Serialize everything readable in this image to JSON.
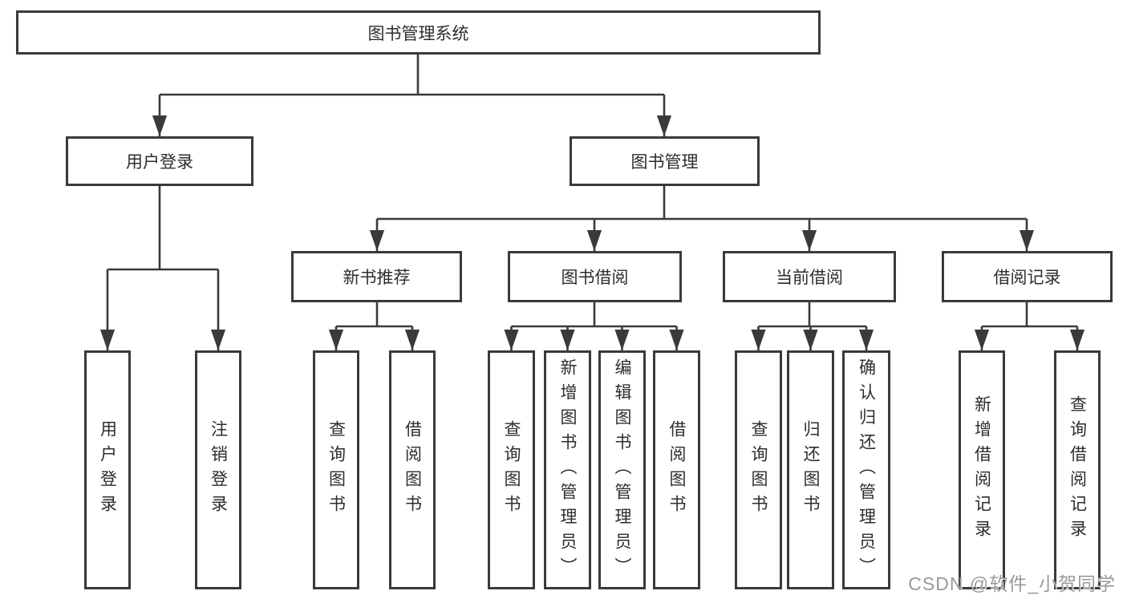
{
  "colors": {
    "line": "#3a3a3a",
    "box_border": "#3a3a3a",
    "box_fill": "#ffffff",
    "text": "#2d2d2d",
    "watermark": "#9a9a9a",
    "background": "#ffffff"
  },
  "tree": {
    "root": {
      "label": "图书管理系统"
    },
    "branches": [
      {
        "label": "用户登录",
        "children": [
          {
            "label": "用户登录"
          },
          {
            "label": "注销登录"
          }
        ]
      },
      {
        "label": "图书管理",
        "children": [
          {
            "label": "新书推荐",
            "children": [
              {
                "label": "查询图书"
              },
              {
                "label": "借阅图书"
              }
            ]
          },
          {
            "label": "图书借阅",
            "children": [
              {
                "label": "查询图书"
              },
              {
                "label": "新增图书（管理员）"
              },
              {
                "label": "编辑图书（管理员）"
              },
              {
                "label": "借阅图书"
              }
            ]
          },
          {
            "label": "当前借阅",
            "children": [
              {
                "label": "查询图书"
              },
              {
                "label": "归还图书"
              },
              {
                "label": "确认归还（管理员）"
              }
            ]
          },
          {
            "label": "借阅记录",
            "children": [
              {
                "label": "新增借阅记录"
              },
              {
                "label": "查询借阅记录"
              }
            ]
          }
        ]
      }
    ]
  },
  "watermark": {
    "text": "CSDN @软件_小贺同学"
  }
}
